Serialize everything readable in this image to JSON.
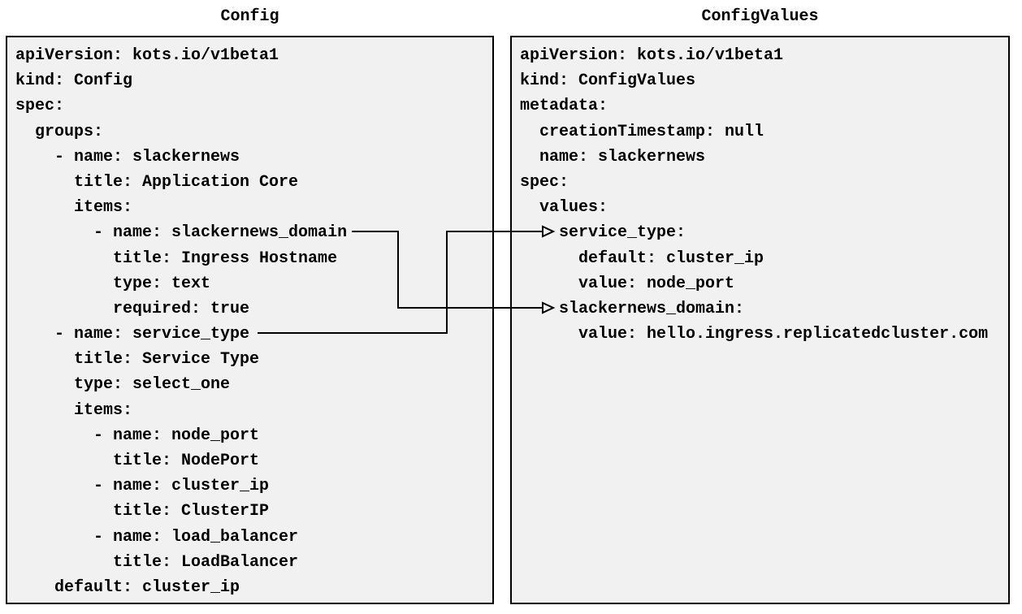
{
  "diagram": {
    "page_background": "#ffffff",
    "panel_background": "#f1f1f2",
    "border_color": "#000000",
    "text_color": "#000000",
    "arrow_color": "#000000"
  },
  "panels": [
    {
      "id": "config",
      "title": "Config",
      "lines": [
        "apiVersion: kots.io/v1beta1",
        "kind: Config",
        "spec:",
        "  groups:",
        "    - name: slackernews",
        "      title: Application Core",
        "      items:",
        "        - name: slackernews_domain",
        "          title: Ingress Hostname",
        "          type: text",
        "          required: true",
        "    - name: service_type",
        "      title: Service Type",
        "      type: select_one",
        "      items:",
        "        - name: node_port",
        "          title: NodePort",
        "        - name: cluster_ip",
        "          title: ClusterIP",
        "        - name: load_balancer",
        "          title: LoadBalancer",
        "    default: cluster_ip"
      ]
    },
    {
      "id": "configvalues",
      "title": "ConfigValues",
      "lines": [
        "apiVersion: kots.io/v1beta1",
        "kind: ConfigValues",
        "metadata:",
        "  creationTimestamp: null",
        "  name: slackernews",
        "spec:",
        "  values:",
        "    service_type:",
        "      default: cluster_ip",
        "      value: node_port",
        "    slackernews_domain:",
        "      value: hello.ingress.replicatedcluster.com"
      ]
    }
  ],
  "connections": [
    {
      "from_panel": "Config",
      "from_line": "- name: slackernews_domain",
      "to_panel": "ConfigValues",
      "to_line": "slackernews_domain:"
    },
    {
      "from_panel": "Config",
      "from_line": "- name: service_type",
      "to_panel": "ConfigValues",
      "to_line": "service_type:"
    }
  ]
}
